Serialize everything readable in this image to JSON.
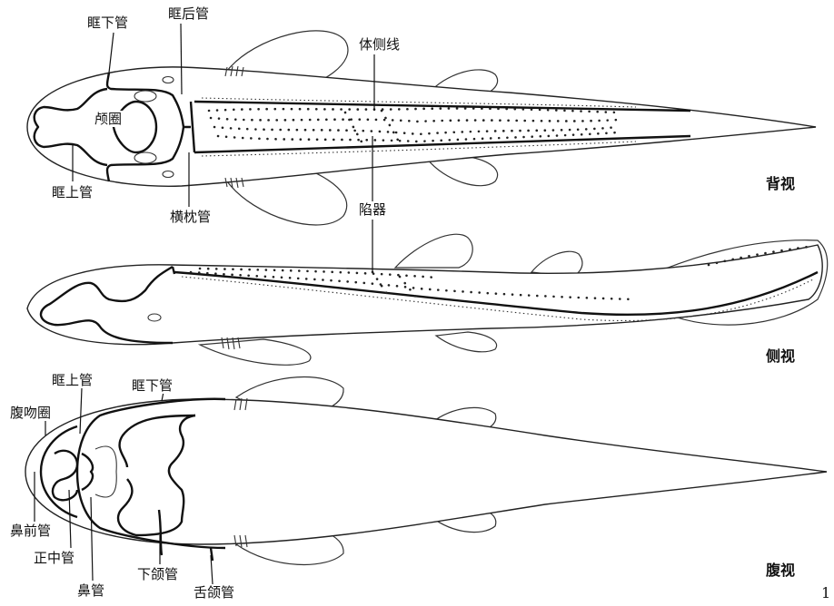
{
  "views": {
    "dorsal": "背视",
    "lateral": "侧视",
    "ventral": "腹视"
  },
  "labels": {
    "infraorbital_top": "眶下管",
    "postorbital": "眶后管",
    "lateral_line": "体侧线",
    "cranial_loop": "颅圈",
    "supraorbital_dorsal": "眶上管",
    "occipital": "横枕管",
    "ampullae": "陷器",
    "supraorbital_ventral": "眶上管",
    "infraorbital_ventral": "眶下管",
    "ventral_rostral_loop": "腹吻圈",
    "prenasal": "鼻前管",
    "median": "正中管",
    "nasal": "鼻管",
    "mandibular": "下颌管",
    "hyomandibular": "舌颌管"
  },
  "page_number": "1",
  "colors": {
    "line": "#111111",
    "background": "#ffffff"
  }
}
